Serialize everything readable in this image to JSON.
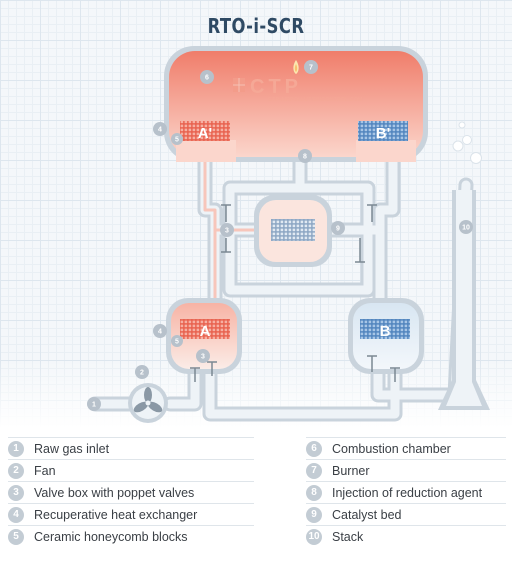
{
  "title": "RTO-i-SCR",
  "logo": {
    "text": "CTP",
    "url": "CTP-AIRPOLLUTIONCONTROL.COM"
  },
  "bed_labels": {
    "A_prime": "A'",
    "B_prime": "B'",
    "A": "A",
    "B": "B"
  },
  "callouts": [
    "1",
    "2",
    "3",
    "3",
    "4",
    "4",
    "5",
    "5",
    "6",
    "7",
    "8",
    "9",
    "10"
  ],
  "legend": [
    {
      "num": "1",
      "label": "Raw gas inlet"
    },
    {
      "num": "2",
      "label": "Fan"
    },
    {
      "num": "3",
      "label": "Valve box with poppet valves"
    },
    {
      "num": "4",
      "label": "Recuperative heat exchanger"
    },
    {
      "num": "5",
      "label": "Ceramic honeycomb blocks"
    },
    {
      "num": "6",
      "label": "Combustion chamber"
    },
    {
      "num": "7",
      "label": "Burner"
    },
    {
      "num": "8",
      "label": "Injection of reduction agent"
    },
    {
      "num": "9",
      "label": "Catalyst bed"
    },
    {
      "num": "10",
      "label": "Stack"
    }
  ],
  "colors": {
    "hot": "#f08a78",
    "hot_light": "#fbe3dc",
    "cold": "#7fa6cf",
    "duct": "#e6edf3",
    "duct_border": "#c5d0da",
    "title": "#2f4a64",
    "badge": "#c3ccd4"
  }
}
